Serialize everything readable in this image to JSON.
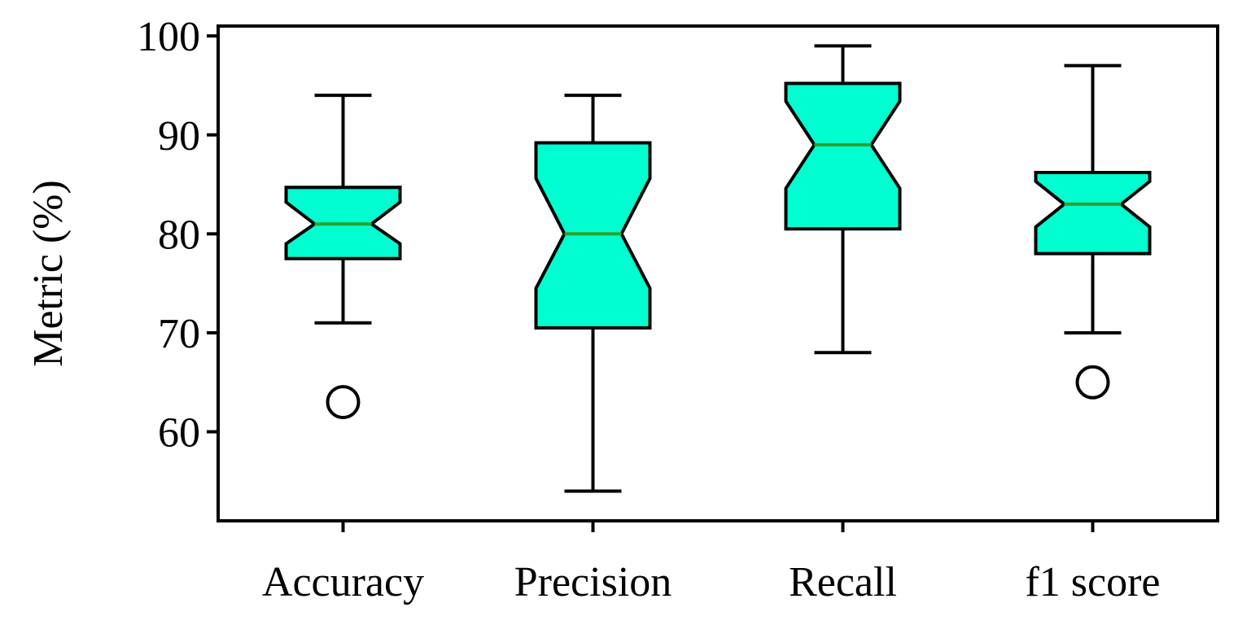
{
  "chart_data": {
    "type": "boxplot",
    "notched": true,
    "title": "",
    "xlabel": "",
    "ylabel": "Metric (%)",
    "ylim": [
      51,
      101
    ],
    "yticks": [
      60,
      70,
      80,
      90,
      100
    ],
    "grid": false,
    "legend": "none",
    "colors": {
      "box_fill": "#00ffd0",
      "median": "#2ca02c",
      "stroke": "#000000"
    },
    "categories": [
      "Accuracy",
      "Precision",
      "Recall",
      "f1 score"
    ],
    "boxes": [
      {
        "whislo": 71,
        "q1": 77.5,
        "med": 81,
        "q3": 84.7,
        "whishi": 94,
        "notch_lo": 79,
        "notch_hi": 83.2,
        "fliers": [
          63
        ]
      },
      {
        "whislo": 54,
        "q1": 70.5,
        "med": 80,
        "q3": 89.2,
        "whishi": 94,
        "notch_lo": 74.5,
        "notch_hi": 85.6,
        "fliers": []
      },
      {
        "whislo": 68,
        "q1": 80.5,
        "med": 89,
        "q3": 95.2,
        "whishi": 99,
        "notch_lo": 84.6,
        "notch_hi": 93.4,
        "fliers": []
      },
      {
        "whislo": 70,
        "q1": 78,
        "med": 83,
        "q3": 86.2,
        "whishi": 97,
        "notch_lo": 80.7,
        "notch_hi": 85.3,
        "fliers": [
          65
        ]
      }
    ]
  }
}
